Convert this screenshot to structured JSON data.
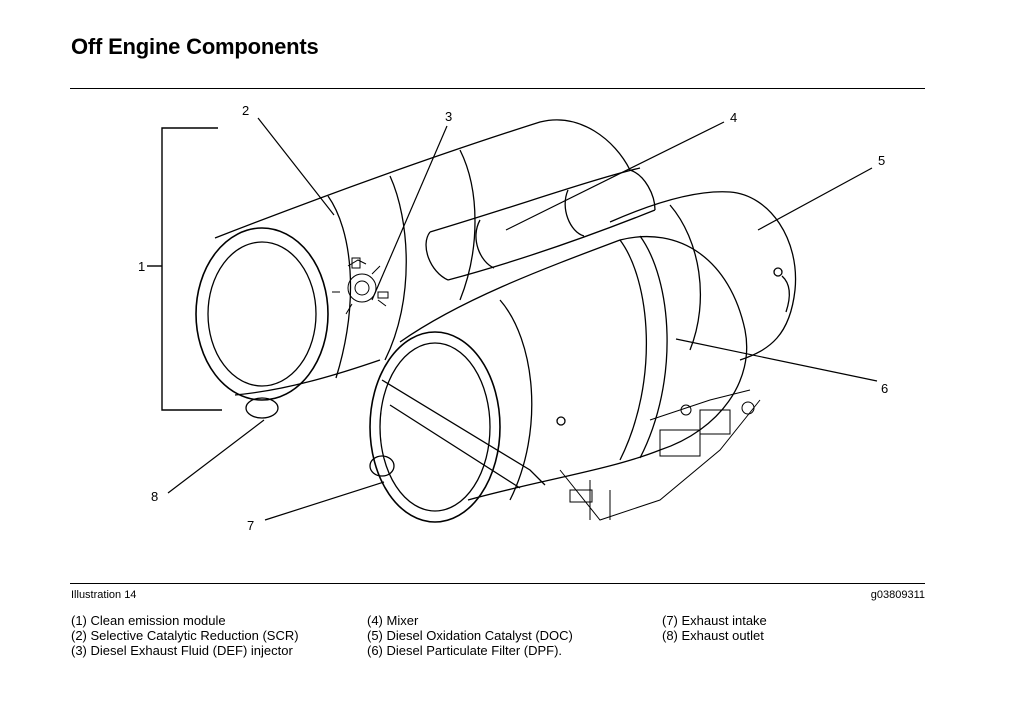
{
  "header": {
    "title": "Off Engine Components"
  },
  "illustration": {
    "label": "Illustration 14",
    "code": "g03809311",
    "callouts": [
      "1",
      "2",
      "3",
      "4",
      "5",
      "6",
      "7",
      "8"
    ]
  },
  "legend": {
    "col1": [
      "(1) Clean emission module",
      "(2) Selective Catalytic Reduction (SCR)",
      "(3) Diesel Exhaust Fluid (DEF) injector"
    ],
    "col2": [
      "(4) Mixer",
      "(5) Diesel Oxidation Catalyst (DOC)",
      "(6) Diesel Particulate Filter (DPF)."
    ],
    "col3": [
      "(7) Exhaust intake",
      "(8) Exhaust outlet"
    ]
  }
}
